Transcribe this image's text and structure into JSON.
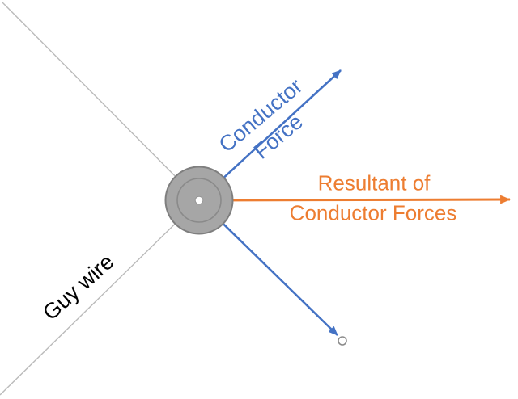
{
  "diagram": {
    "labels": {
      "conductor_force_line1": "Conductor",
      "conductor_force_line2": "Force",
      "resultant_line1": "Resultant of",
      "resultant_line2": "Conductor Forces",
      "guy_wire": "Guy wire"
    },
    "colors": {
      "background": "#FFFFFF",
      "conductor_blue": "#4472C4",
      "resultant_orange": "#ED7D31",
      "guy_wire_gray": "#BABABA",
      "guy_wire_label_color": "#000000",
      "pole_fill": "#A6A6A6",
      "pole_outline": "#7F7F7F",
      "end_marker_gray": "#8C8C8C"
    },
    "elements": {
      "pole": "pole-top-view",
      "arrows": [
        "conductor-force-arrow",
        "second-conductor-arrow",
        "resultant-arrow"
      ],
      "lines": [
        "upper-guy-wire-line",
        "guy-wire-line"
      ]
    }
  }
}
